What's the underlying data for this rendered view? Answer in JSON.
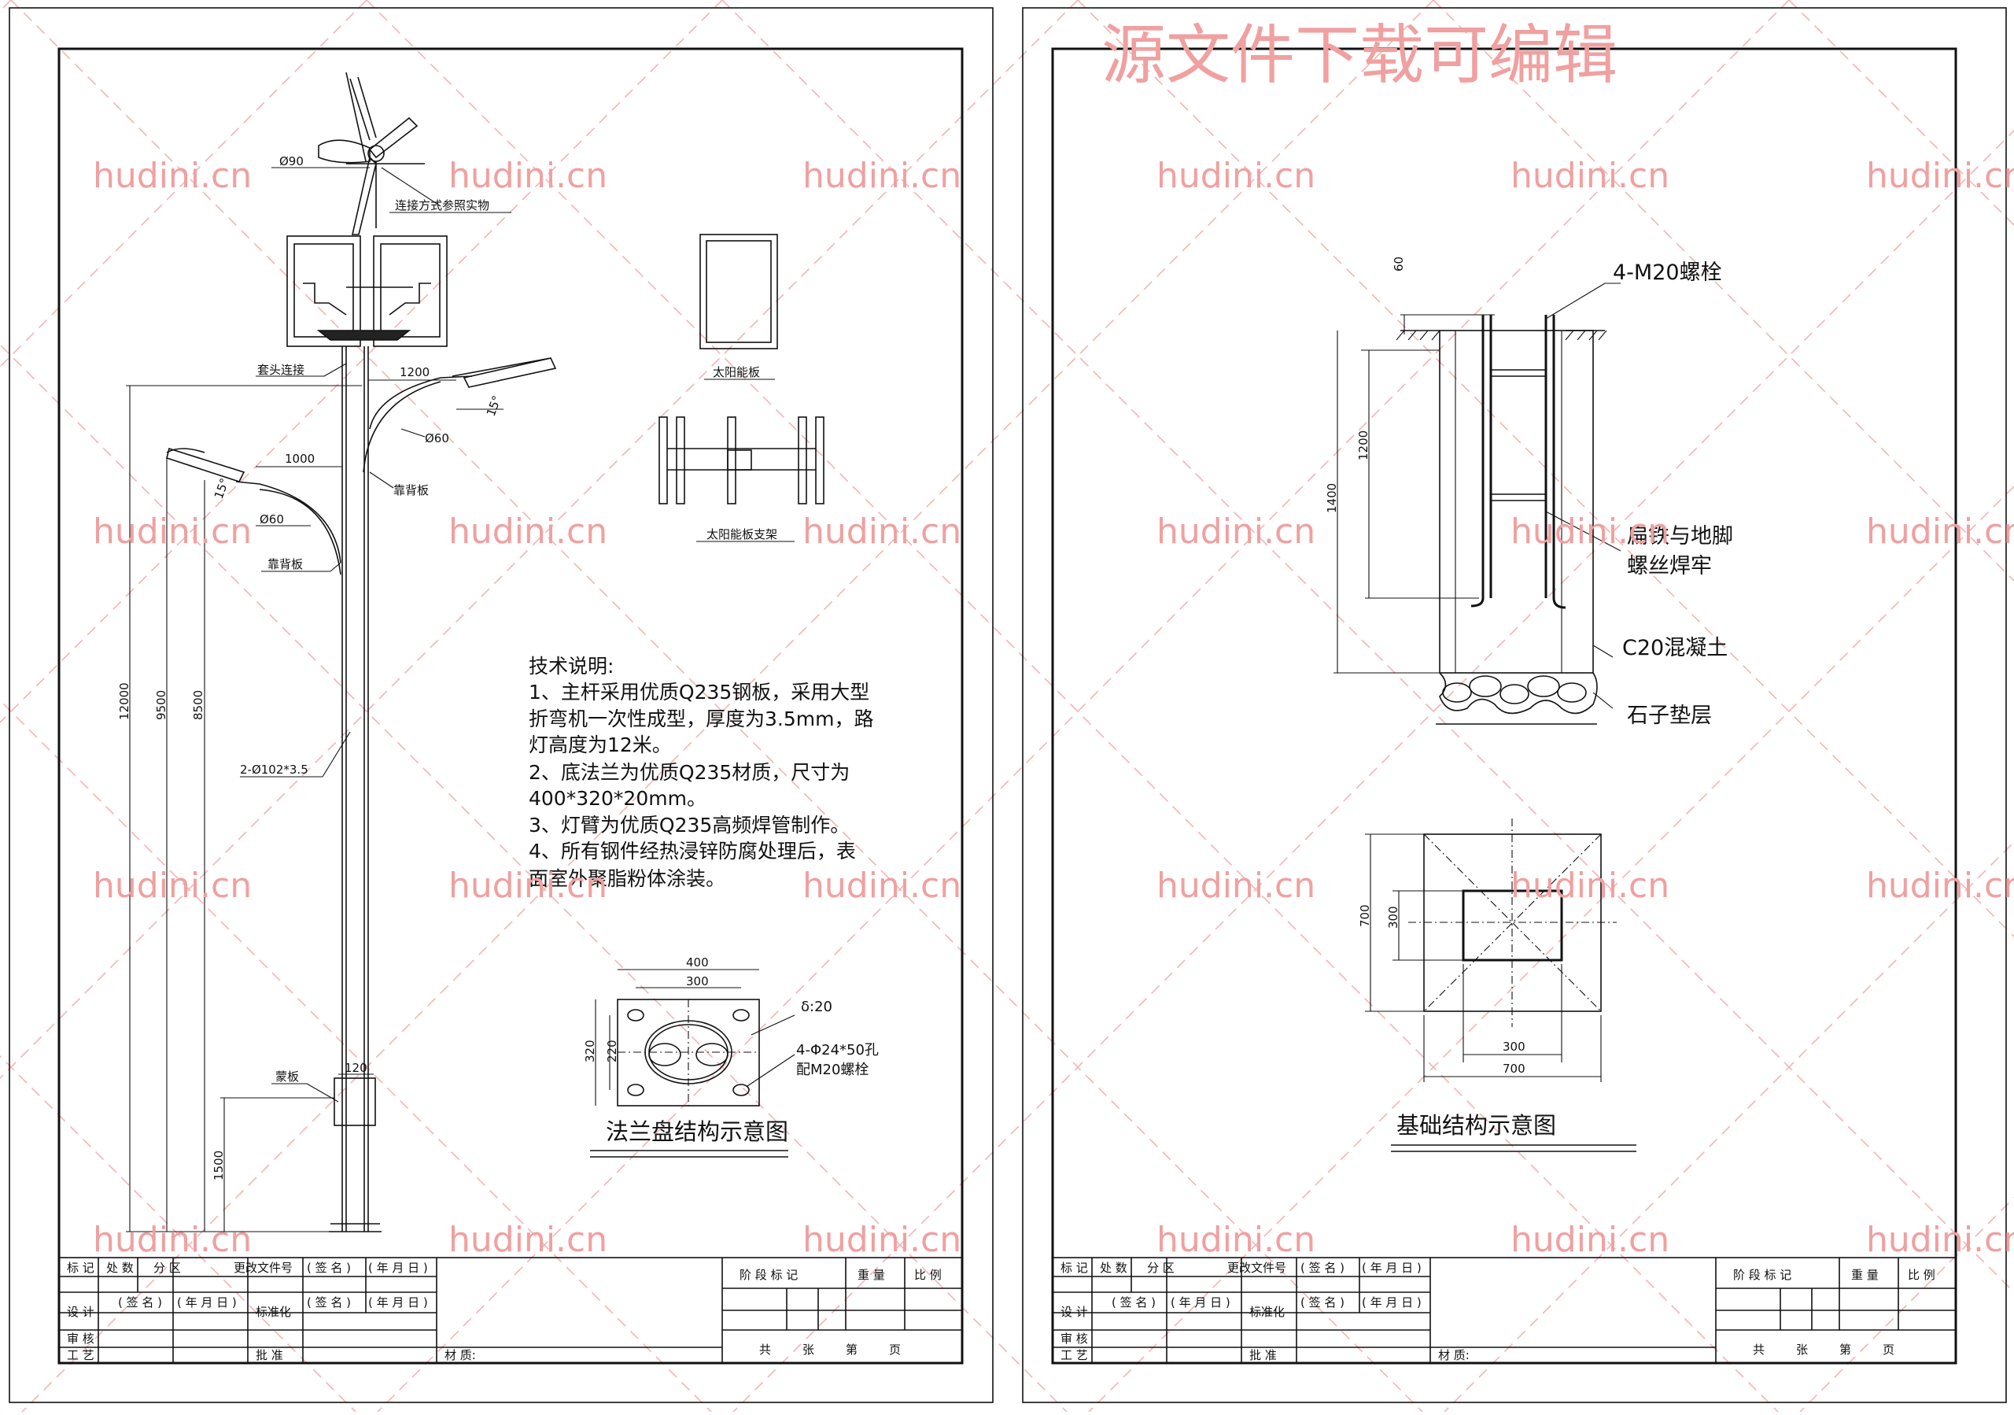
{
  "watermark": {
    "domain": "hudini.cn",
    "banner": "源文件下载可编辑"
  },
  "left_sheet": {
    "pole_labels": {
      "d90": "Ø90",
      "connect": "连接方式参照实物",
      "sleeve": "套头连接",
      "arm_right_len": "1200",
      "arm_left_len": "1000",
      "angle_right": "15°",
      "angle_left": "15°",
      "d60_right": "Ø60",
      "d60_left": "Ø60",
      "rib_right": "靠背板",
      "rib_left": "靠背板",
      "h12000": "12000",
      "h9500": "9500",
      "h8500": "8500",
      "pipe": "2-Ø102*3.5",
      "door": "蒙板",
      "base_w": "120",
      "h1500": "1500"
    },
    "solar_panel_label": "太阳能板",
    "solar_bracket_label": "太阳能板支架",
    "tech_notes": {
      "title": "技术说明:",
      "lines": [
        "1、主杆采用优质Q235钢板，采用大型",
        "折弯机一次性成型，厚度为3.5mm，路",
        "灯高度为12米。",
        "2、底法兰为优质Q235材质，尺寸为",
        "400*320*20mm。",
        "3、灯臂为优质Q235高频焊管制作。",
        "4、所有钢件经热浸锌防腐处理后，表",
        "面室外聚脂粉体涂装。"
      ]
    },
    "flange": {
      "w400": "400",
      "w300": "300",
      "h320": "320",
      "h220": "220",
      "thick": "δ:20",
      "holes": "4-Φ24*50孔",
      "bolts": "配M20螺栓",
      "caption": "法兰盘结构示意图"
    }
  },
  "right_sheet": {
    "bolt_label": "4-M20螺栓",
    "dim60": "60",
    "dim1200": "1200",
    "dim1400": "1400",
    "weld_line1": "扁铁与地脚",
    "weld_line2": "螺丝焊牢",
    "concrete": "C20混凝土",
    "gravel": "石子垫层",
    "plan": {
      "d700_v": "700",
      "d300_v": "300",
      "d300_h": "300",
      "d700_h": "700"
    },
    "caption": "基础结构示意图"
  },
  "title_block": {
    "mark": "标 记",
    "count": "处 数",
    "zone": "分 区",
    "doc_no": "更改文件号",
    "sign": "( 签 名 )",
    "date": "( 年 月 日 )",
    "design": "设  计",
    "standard": "标准化",
    "review": "审 核",
    "craft": "工 艺",
    "approve": "批 准",
    "material": "材 质:",
    "stage": "阶 段 标 记",
    "weight": "重 量",
    "scale": "比 例",
    "total": "共",
    "sheets": "张",
    "page_no": "第",
    "page": "页"
  }
}
